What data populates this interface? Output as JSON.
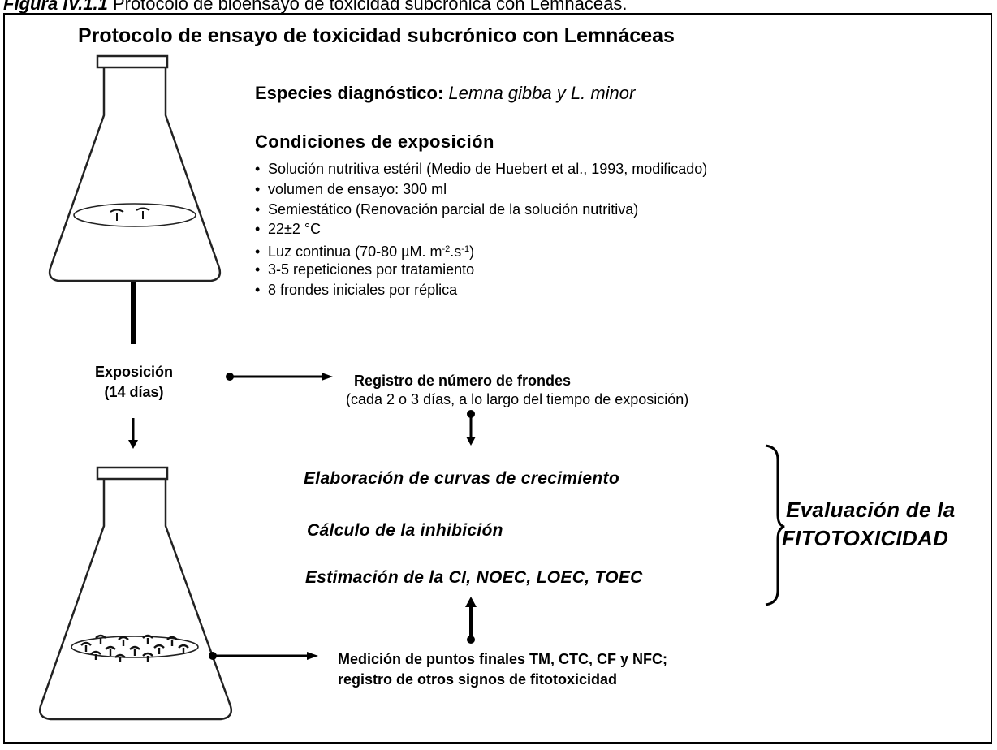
{
  "caption": {
    "figure_label": "Figura IV.1.1",
    "text": "Protocolo de bioensayo de toxicidad subcrónica con Lemnáceas."
  },
  "title": "Protocolo de ensayo de toxicidad subcrónico con Lemnáceas",
  "species": {
    "label": "Especies diagnóstico:",
    "value": "Lemna gibba y L. minor"
  },
  "conditions": {
    "title": "Condiciones de exposición",
    "items": [
      "Solución nutritiva estéril (Medio de Huebert et al., 1993, modificado)",
      "volumen de ensayo: 300 ml",
      "Semiestático (Renovación parcial de la solución nutritiva)",
      "22±2 °C",
      "Luz continua (70-80 µM. m",
      "3-5 repeticiones por tratamiento",
      "8 frondes iniciales por réplica"
    ],
    "light_units": {
      "exp1": "-2",
      "mid": ".s",
      "exp2": "-1",
      "end": ")"
    }
  },
  "exposure": {
    "line1": "Exposición",
    "line2": "(14 días)"
  },
  "registro": {
    "title": "Registro de número de frondes",
    "subtitle": "(cada 2 o 3 días, a lo largo del tiempo de exposición)"
  },
  "analysis": {
    "elaboracion": "Elaboración de curvas de crecimiento",
    "calculo": "Cálculo de la inhibición",
    "estimacion": "Estimación de la CI, NOEC, LOEC, TOEC"
  },
  "evaluation": {
    "line1": "Evaluación de la",
    "line2": "FITOTOXICIDAD"
  },
  "medicion": {
    "line1": "Medición de puntos finales TM, CTC, CF y NFC;",
    "line2": "registro de otros signos de fitotoxicidad"
  }
}
